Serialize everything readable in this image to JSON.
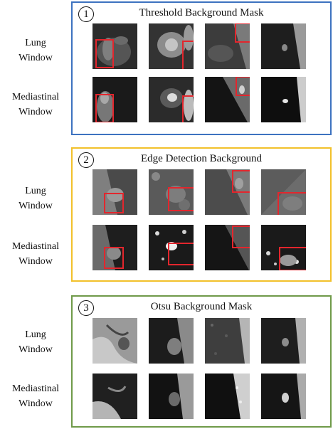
{
  "colors": {
    "panel1_border": "#3d72c0",
    "panel2_border": "#f2c12b",
    "panel3_border": "#6f9a49",
    "highlight_box": "#e3262d"
  },
  "row_labels": {
    "lung_line1": "Lung",
    "lung_line2": "Window",
    "mediastinal_line1": "Mediastinal",
    "mediastinal_line2": "Window"
  },
  "panels": [
    {
      "number": "1",
      "title": "Threshold Background Mask"
    },
    {
      "number": "2",
      "title": "Edge Detection Background"
    },
    {
      "number": "3",
      "title": "Otsu Background Mask"
    }
  ]
}
